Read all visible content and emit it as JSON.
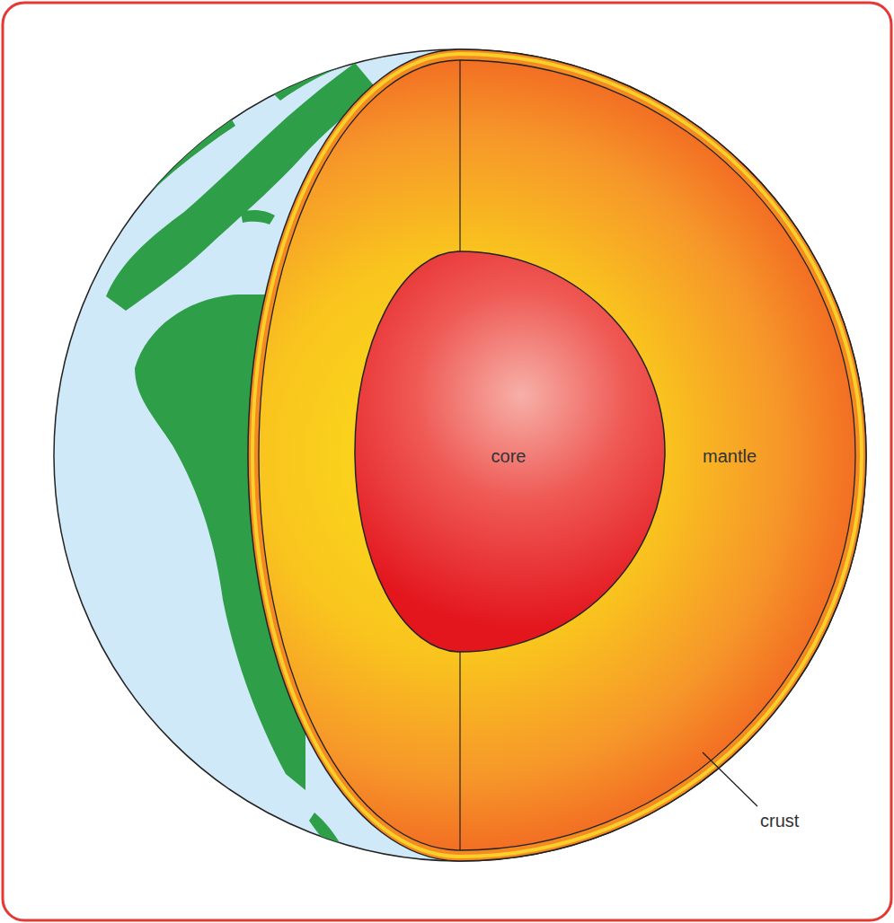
{
  "diagram": {
    "labels": [
      "core",
      "mantle",
      "crust"
    ]
  }
}
